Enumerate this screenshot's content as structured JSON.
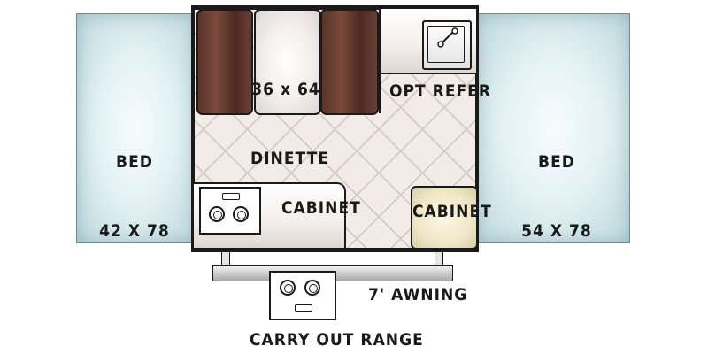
{
  "floorplan": {
    "left_bed": {
      "name": "BED",
      "size": "42 X 78"
    },
    "right_bed": {
      "name": "BED",
      "size": "54 X 78"
    },
    "dinette": {
      "size": "36 x 64",
      "name": "DINETTE"
    },
    "refrigerator": {
      "label": "OPT REFER"
    },
    "cabinet_left": {
      "label": "CABINET"
    },
    "cabinet_right": {
      "label": "CABINET"
    },
    "awning": {
      "label": "7' AWNING"
    },
    "range": {
      "label": "CARRY OUT RANGE"
    }
  }
}
